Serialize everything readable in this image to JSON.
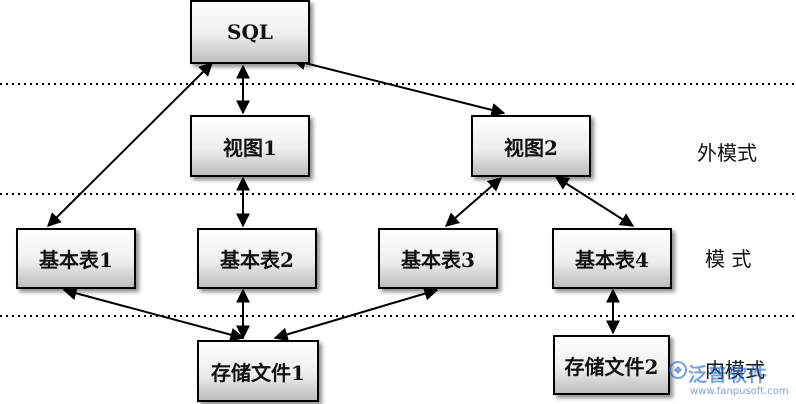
{
  "nodes": {
    "sql": "SQL",
    "view1": "视图1",
    "view2": "视图2",
    "table1": "基本表1",
    "table2": "基本表2",
    "table3": "基本表3",
    "table4": "基本表4",
    "file1": "存储文件1",
    "file2": "存储文件2"
  },
  "levels": {
    "external": "外模式",
    "conceptual": "模 式",
    "internal": "内模式"
  },
  "watermark": {
    "brand": "泛普软件",
    "url": "www.fanpusoft.com"
  }
}
